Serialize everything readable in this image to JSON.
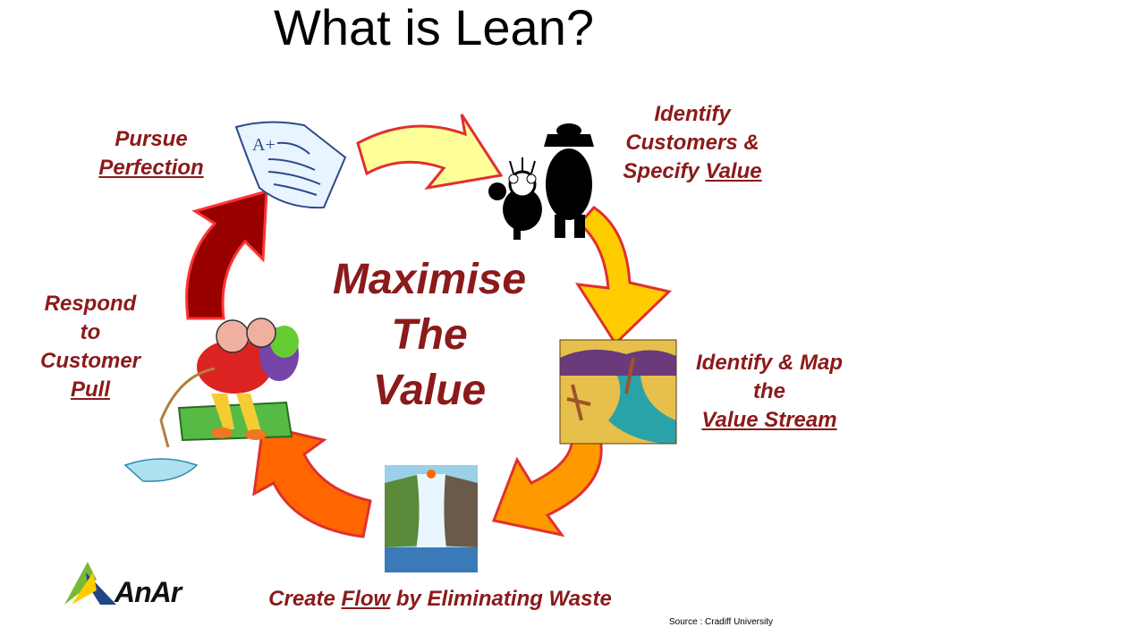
{
  "title": "What is Lean?",
  "center": {
    "line1": "Maximise",
    "line2": "The",
    "line3": "Value"
  },
  "steps": {
    "identify": {
      "l1": "Identify",
      "l2": "Customers &",
      "l3_pre": "Specify ",
      "l3_u": "Value"
    },
    "map": {
      "l1": "Identify & Map",
      "l2": "the",
      "l3_u": "Value Stream"
    },
    "flow": {
      "pre": "Create ",
      "u": "Flow",
      "post": " by Eliminating Waste"
    },
    "pull": {
      "l1": "Respond",
      "l2": "to",
      "l3": "Customer",
      "l4_u": "Pull"
    },
    "perfection": {
      "l1": "Pursue",
      "l2_u": "Perfection"
    }
  },
  "logo": {
    "text": "AnAr"
  },
  "source": "Source : Cradiff University",
  "colors": {
    "label": "#8b1a1a",
    "arrow_yellow_light": "#ffff99",
    "arrow_yellow": "#ffcc00",
    "arrow_orange": "#ff9900",
    "arrow_orange_red": "#ff6600",
    "arrow_dark_red": "#990000"
  }
}
